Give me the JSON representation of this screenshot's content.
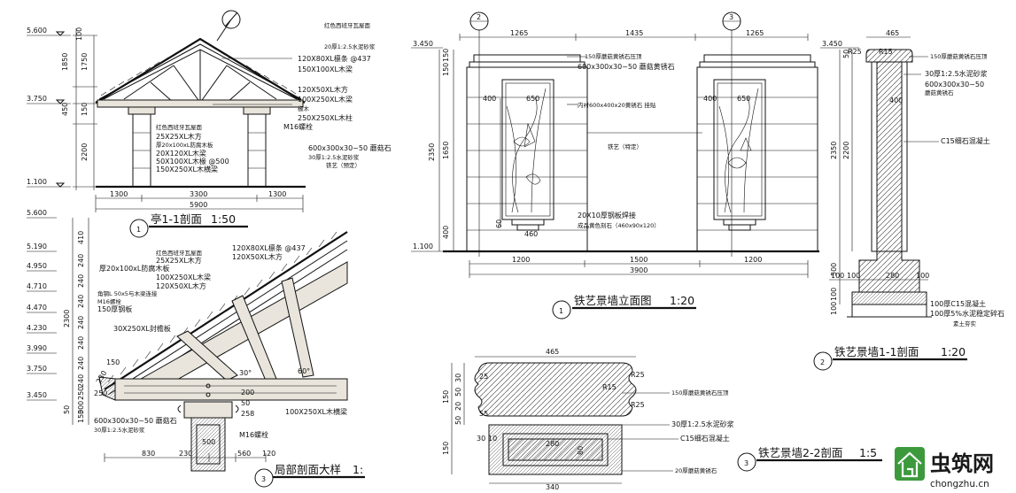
{
  "views": {
    "pavilion_section": {
      "title": "亭1-1剖面",
      "scale": "1:50",
      "index": "1",
      "levels": [
        "5.600",
        "3.750",
        "1.100"
      ],
      "vdims": [
        "100",
        "1850",
        "1750",
        "450",
        "150",
        "2200"
      ],
      "hdims": [
        "1300",
        "3300",
        "1300",
        "5900"
      ],
      "notes": [
        "红色西班牙瓦屋面",
        "20厚1:2.5水泥砂浆",
        "120X80XL檩条 @437",
        "150X100XL木梁",
        "120X50XL木方",
        "100X250XL木梁",
        "椽木",
        "250X250XL木柱",
        "M16螺栓",
        "红色西班牙瓦屋面",
        "25X25XL木方",
        "厚20x100xL防腐木板",
        "20X120XL木梁",
        "50X100XL木椽 @500",
        "150X250XL木横梁",
        "600x300x30~50 蘑菇石",
        "30厚1:2.5水泥砂浆",
        "铁艺（预定）"
      ]
    },
    "local_section": {
      "title": "局部剖面大样",
      "scale": "1:",
      "index": "3",
      "levels": [
        "5.600",
        "5.190",
        "4.950",
        "4.710",
        "4.470",
        "4.230",
        "3.990",
        "3.750",
        "3.450"
      ],
      "vdims": [
        "410",
        "240",
        "240",
        "240",
        "240",
        "240",
        "240",
        "240",
        "250",
        "300",
        "2300",
        "150",
        "50"
      ],
      "hdims": [
        "830",
        "230",
        "560",
        "120"
      ],
      "roof_dims": [
        "230",
        "150",
        "250",
        "200",
        "50",
        "258",
        "500"
      ],
      "angles": [
        "30°",
        "60°"
      ],
      "notes": [
        "120X80XL檩条 @437",
        "120X50XL木方",
        "红色西班牙瓦屋面",
        "25X25XL木方",
        "厚20x100xL防腐木板",
        "100X250XL木梁",
        "120X50XL木方",
        "角钢L 50x5与木梁连接",
        "M16螺栓",
        "150厚钢板",
        "30X250XL封檐板",
        "100X250XL木横梁",
        "600x300x30~50 蘑菇石",
        "30厚1:2.5水泥砂浆",
        "M16螺栓"
      ]
    },
    "wall_elevation": {
      "title": "铁艺景墙立面图",
      "scale": "1:20",
      "index": "1",
      "markers": [
        "2",
        "3"
      ],
      "top_dims": [
        "1265",
        "1435",
        "1265"
      ],
      "bottom_dims": [
        "1200",
        "1500",
        "1200",
        "3900"
      ],
      "vdims": [
        "150",
        "150",
        "1650",
        "2350",
        "400"
      ],
      "panel_dims": [
        "400",
        "650",
        "400",
        "650",
        "460",
        "60"
      ],
      "levels": [
        "3.450",
        "1.100"
      ],
      "notes": [
        "150厚蘑菇黄锈石压顶",
        "600x300x30~50 蘑菇黄锈石",
        "内衬600x400x20黄锈石 挂贴",
        "铁艺（特定）",
        "20X10厚钢板焊接",
        "成品黄色刻石（460x90x120）"
      ]
    },
    "wall_section_1": {
      "title": "铁艺景墙1-1剖面",
      "scale": "1:20",
      "index": "2",
      "top_dim": "465",
      "radii": [
        "R25",
        "R15"
      ],
      "dims": [
        "50",
        "400",
        "2200",
        "2350",
        "500",
        "100",
        "280",
        "100",
        "100",
        "100",
        "100"
      ],
      "levels": [
        "3.450"
      ],
      "notes": [
        "150厚蘑菇黄锈石压顶",
        "30厚1:2.5水泥砂浆",
        "600x300x30~50",
        "蘑菇黄锈石",
        "C15细石混凝土",
        "100厚C15混凝土",
        "100厚5%水泥稳定碎石",
        "素土夯实"
      ]
    },
    "wall_section_2": {
      "title": "铁艺景墙2-2剖面",
      "scale": "1:5",
      "index": "3",
      "dims": [
        "465",
        "340",
        "280",
        "80",
        "30",
        "10",
        "150",
        "150",
        "30",
        "50",
        "20",
        "50",
        "25",
        "55"
      ],
      "radii": [
        "R25",
        "R15",
        "R25"
      ],
      "notes": [
        "150厚蘑菇黄锈石压顶",
        "30厚1:2.5水泥砂浆",
        "C15细石混凝土",
        "20厚蘑菇黄锈石"
      ]
    }
  },
  "watermark": {
    "brand": "虫筑网",
    "url": "chongzhu.cn"
  }
}
